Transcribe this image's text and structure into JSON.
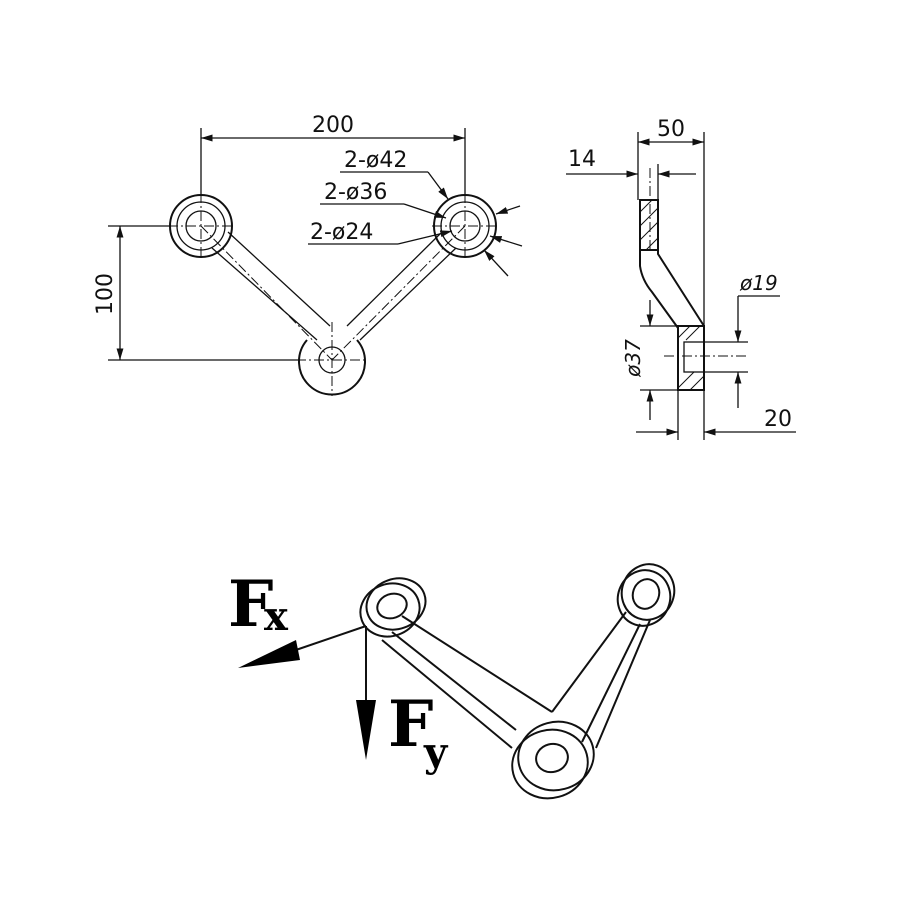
{
  "top_view": {
    "width_dim": "200",
    "height_dim": "100",
    "d42": "2-ø42",
    "d36": "2-ø36",
    "d24": "2-ø24"
  },
  "side_view": {
    "dim_50": "50",
    "dim_14": "14",
    "dim_19": "ø19",
    "dim_37": "ø37",
    "dim_20": "20"
  },
  "forces": {
    "fx_main": "F",
    "fx_sub": "x",
    "fy_main": "F",
    "fy_sub": "y"
  }
}
